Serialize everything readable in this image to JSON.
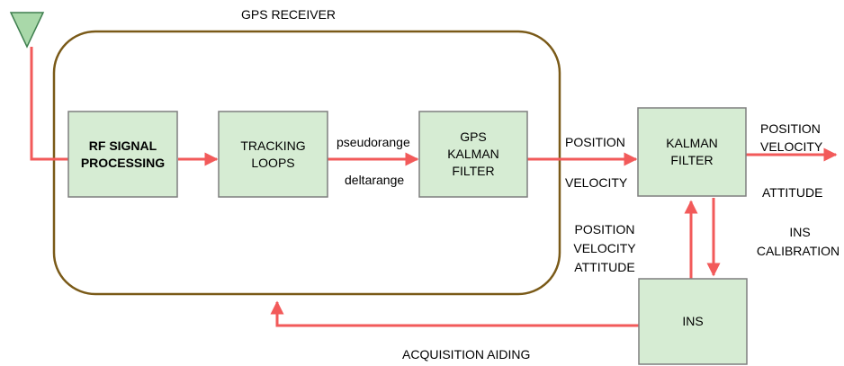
{
  "title": "GPS RECEIVER",
  "colors": {
    "box_fill": "#d6ecd3",
    "box_stroke": "#7f7f7f",
    "receiver_border": "#7a5a18",
    "signal_line": "#f25a5a",
    "antenna_fill": "#a9d8a9",
    "antenna_stroke": "#3f7f4f"
  },
  "icons": {
    "antenna": "antenna-icon"
  },
  "blocks": {
    "rf": "RF SIGNAL\nPROCESSING",
    "tracking": "TRACKING\nLOOPS",
    "gps_kf": "GPS\nKALMAN\nFILTER",
    "kf": "KALMAN\nFILTER",
    "ins": "INS"
  },
  "labels": {
    "pseudorange": "pseudorange",
    "deltarange": "deltarange",
    "position_in": "POSITION",
    "velocity_in": "VELOCITY",
    "out_position": "POSITION",
    "out_velocity": "VELOCITY",
    "out_attitude": "ATTITUDE",
    "ins_position": "POSITION",
    "ins_velocity": "VELOCITY",
    "ins_attitude": "ATTITUDE",
    "calib_1": "INS",
    "calib_2": "CALIBRATION",
    "acquisition": "ACQUISITION AIDING"
  }
}
